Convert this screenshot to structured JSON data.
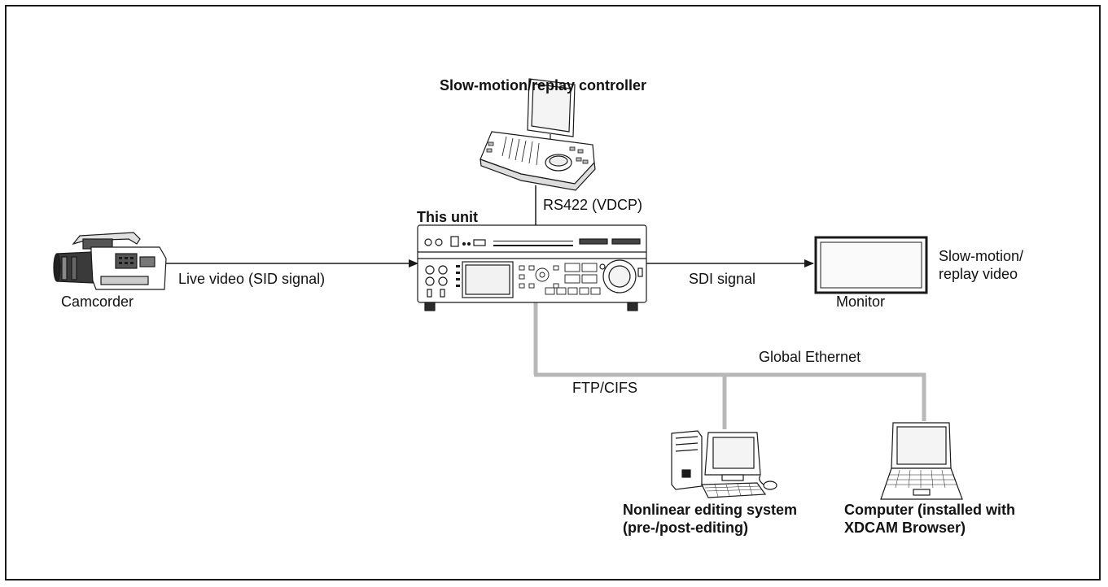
{
  "labels": {
    "controller": "Slow-motion/replay controller",
    "rs422": "RS422 (VDCP)",
    "this_unit": "This unit",
    "camcorder": "Camcorder",
    "live_video": "Live video (SID signal)",
    "sdi_signal": "SDI signal",
    "monitor": "Monitor",
    "replay_video_1": "Slow-motion/",
    "replay_video_2": "replay video",
    "global_ethernet": "Global Ethernet",
    "ftp_cifs": "FTP/CIFS",
    "nle_1": "Nonlinear editing system",
    "nle_2": "(pre-/post-editing)",
    "computer_1": "Computer (installed with",
    "computer_2": "XDCAM Browser)"
  },
  "colors": {
    "line": "#1a1a1a",
    "ethernet": "#b8b8b8",
    "device_fill": "#ffffff",
    "device_dark": "#2a2a2a"
  }
}
